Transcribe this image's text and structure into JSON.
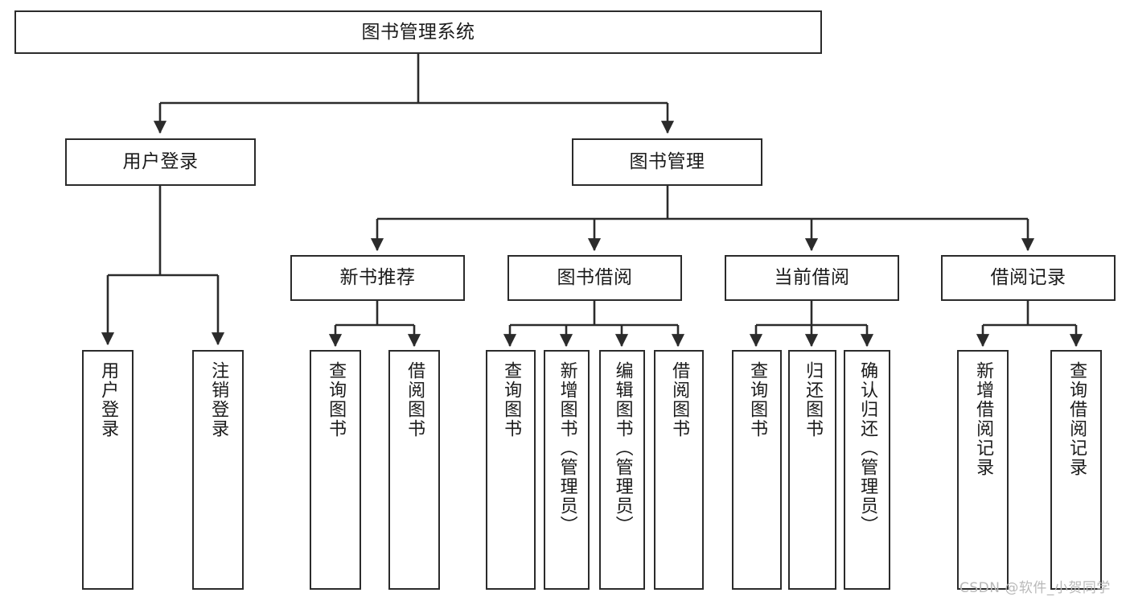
{
  "diagram": {
    "title": "图书管理系统",
    "type": "tree",
    "root": {
      "label": "图书管理系统"
    },
    "level2": [
      {
        "label": "用户登录"
      },
      {
        "label": "图书管理"
      }
    ],
    "level3": [
      {
        "label": "新书推荐"
      },
      {
        "label": "图书借阅"
      },
      {
        "label": "当前借阅"
      },
      {
        "label": "借阅记录"
      }
    ],
    "leaves": [
      {
        "label": "用户登录",
        "parent": "用户登录"
      },
      {
        "label": "注销登录",
        "parent": "用户登录"
      },
      {
        "label": "查询图书",
        "parent": "新书推荐"
      },
      {
        "label": "借阅图书",
        "parent": "新书推荐"
      },
      {
        "label": "查询图书",
        "parent": "图书借阅"
      },
      {
        "label": "新增图书（管理员）",
        "parent": "图书借阅"
      },
      {
        "label": "编辑图书（管理员）",
        "parent": "图书借阅"
      },
      {
        "label": "借阅图书",
        "parent": "图书借阅"
      },
      {
        "label": "查询图书",
        "parent": "当前借阅"
      },
      {
        "label": "归还图书",
        "parent": "当前借阅"
      },
      {
        "label": "确认归还（管理员）",
        "parent": "当前借阅"
      },
      {
        "label": "新增借阅记录",
        "parent": "借阅记录"
      },
      {
        "label": "查询借阅记录",
        "parent": "借阅记录"
      }
    ]
  },
  "watermark": {
    "text": "CSDN @软件_小贺同学"
  },
  "colors": {
    "stroke": "#2b2b2b",
    "fill": "#ffffff",
    "text": "#1b1b1b",
    "watermark": "#b9b9b9"
  }
}
